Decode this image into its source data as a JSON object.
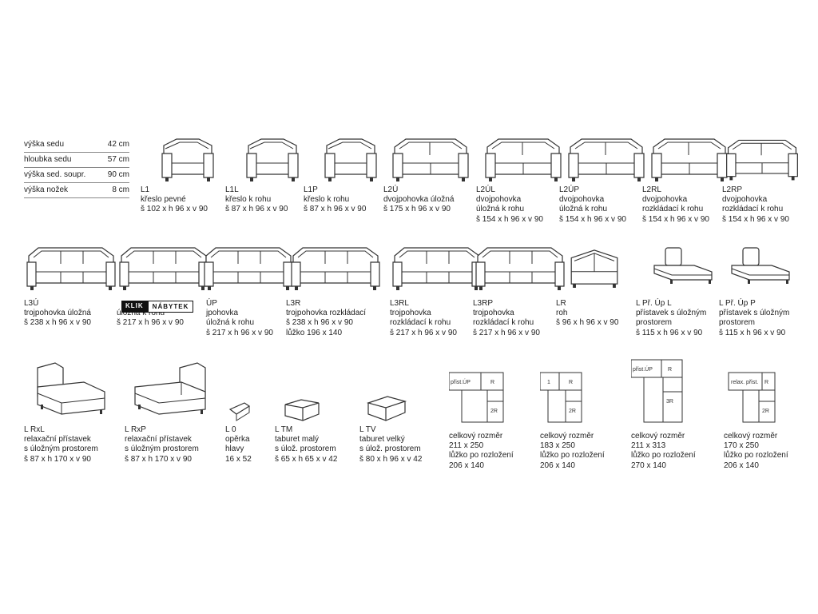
{
  "specs": [
    {
      "label": "výška sedu",
      "value": "42 cm"
    },
    {
      "label": "hloubka sedu",
      "value": "57 cm"
    },
    {
      "label": "výška sed. soupr.",
      "value": "90 cm"
    },
    {
      "label": "výška nožek",
      "value": "8 cm"
    }
  ],
  "brand": {
    "part1": "KLIK",
    "part2": "NÁBYTEK"
  },
  "items": [
    {
      "id": "L1",
      "lines": [
        "L1",
        "křeslo pevné",
        "š 102 x h 96 x v 90"
      ],
      "icon": "armchair-icon"
    },
    {
      "id": "L1L",
      "lines": [
        "L1L",
        "křeslo k rohu",
        "š 87 x h 96 x v 90"
      ],
      "icon": "armchair-left-icon"
    },
    {
      "id": "L1P",
      "lines": [
        "L1P",
        "křeslo k rohu",
        "š 87 x h 96 x v 90"
      ],
      "icon": "armchair-right-icon"
    },
    {
      "id": "L2U",
      "lines": [
        "L2Ú",
        "dvojpohovka úložná",
        "š 175 x h 96 x v 90"
      ],
      "icon": "two-seat-sofa-icon"
    },
    {
      "id": "L2UL",
      "lines": [
        "L2ÚL",
        "dvojpohovka",
        "úložná k rohu",
        "š 154 x h 96 x v 90"
      ],
      "icon": "two-seat-sofa-left-icon"
    },
    {
      "id": "L2UP",
      "lines": [
        "L2ÚP",
        "dvojpohovka",
        "úložná k rohu",
        "š 154 x h 96 x v 90"
      ],
      "icon": "two-seat-sofa-right-icon"
    },
    {
      "id": "L2RL",
      "lines": [
        "L2RL",
        "dvojpohovka",
        "rozkládací k rohu",
        "š 154 x h 96 x v 90"
      ],
      "icon": "two-seat-sofa-bed-left-icon"
    },
    {
      "id": "L2RP",
      "lines": [
        "L2RP",
        "dvojpohovka",
        "rozkládací k rohu",
        "š 154 x h 96 x v 90"
      ],
      "icon": "two-seat-sofa-bed-right-icon"
    },
    {
      "id": "L3U",
      "lines": [
        "L3Ú",
        "trojpohovka úložná",
        "š 238 x h 96 x v 90"
      ],
      "icon": "three-seat-sofa-icon"
    },
    {
      "id": "L3UL",
      "lines": [
        "",
        "úložná k rohu",
        "š 217 x h 96 x v 90"
      ],
      "icon": "three-seat-sofa-left-icon"
    },
    {
      "id": "L3UP",
      "lines": [
        "ÚP",
        "jpohovka",
        "úložná k rohu",
        "š 217 x h 96 x v 90"
      ],
      "icon": "three-seat-sofa-right-icon"
    },
    {
      "id": "L3R",
      "lines": [
        "L3R",
        "trojpohovka rozkládací",
        "š 238 x h 96 x v 90",
        "lůžko 196 x 140"
      ],
      "icon": "three-seat-sofa-bed-icon"
    },
    {
      "id": "L3RL",
      "lines": [
        "L3RL",
        "trojpohovka",
        "rozkládací k rohu",
        "š 217 x h 96 x v 90"
      ],
      "icon": "three-seat-sofa-bed-left-icon"
    },
    {
      "id": "L3RP",
      "lines": [
        "L3RP",
        "trojpohovka",
        "rozkládací k rohu",
        "š 217 x h 96 x v 90"
      ],
      "icon": "three-seat-sofa-bed-right-icon"
    },
    {
      "id": "LR",
      "lines": [
        "LR",
        "roh",
        "š 96 x h 96 x v 90"
      ],
      "icon": "corner-module-icon"
    },
    {
      "id": "LPrUpL",
      "lines": [
        "L Př. Úp L",
        "přístavek s úložným",
        "prostorem",
        "š 115 x h 96 x v 90"
      ],
      "icon": "storage-extension-left-icon"
    },
    {
      "id": "LPrUpP",
      "lines": [
        "L Př. Úp P",
        "přístavek s úložným",
        "prostorem",
        "š 115 x h 96 x v 90"
      ],
      "icon": "storage-extension-right-icon"
    },
    {
      "id": "LRxL",
      "lines": [
        "L RxL",
        "relaxační přístavek",
        "s úložným prostorem",
        "š 87 x h 170 x v 90"
      ],
      "icon": "relax-extension-left-icon"
    },
    {
      "id": "LRxP",
      "lines": [
        "L RxP",
        "relaxační přístavek",
        "s úložným prostorem",
        "š 87 x h 170 x v 90"
      ],
      "icon": "relax-extension-right-icon"
    },
    {
      "id": "L0",
      "lines": [
        "L 0",
        "opěrka",
        "hlavy",
        "16 x 52"
      ],
      "icon": "headrest-icon"
    },
    {
      "id": "LTM",
      "lines": [
        "L TM",
        "taburet malý",
        "s úlož. prostorem",
        "š 65 x h 65 x v 42"
      ],
      "icon": "small-ottoman-icon"
    },
    {
      "id": "LTV",
      "lines": [
        "L TV",
        "taburet velký",
        "s úlož. prostorem",
        "š 80 x h 96 x v 42"
      ],
      "icon": "large-ottoman-icon"
    }
  ],
  "plans": [
    {
      "id": "plan1",
      "labels": [
        "přist.ÚP",
        "R",
        "2R"
      ],
      "lines": [
        "celkový rozměr",
        "211 x 250",
        "lůžko po rozložení",
        "206 x 140"
      ]
    },
    {
      "id": "plan2",
      "labels": [
        "1",
        "R",
        "2R"
      ],
      "lines": [
        "celkový rozměr",
        "183 x 250",
        "lůžko po rozložení",
        "206 x 140"
      ]
    },
    {
      "id": "plan3",
      "labels": [
        "přist.ÚP",
        "R",
        "3R"
      ],
      "lines": [
        "celkový rozměr",
        "211 x 313",
        "lůžko po rozložení",
        "270 x 140"
      ]
    },
    {
      "id": "plan4",
      "labels": [
        "relax. přist.",
        "R",
        "2R"
      ],
      "lines": [
        "celkový rozměr",
        "170 x 250",
        "lůžko po rozložení",
        "206 x 140"
      ]
    }
  ]
}
